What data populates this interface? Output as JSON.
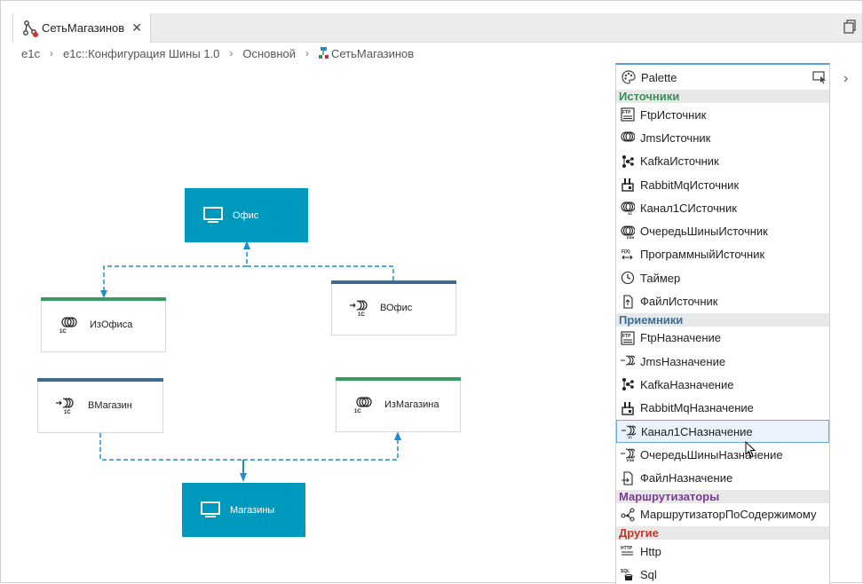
{
  "tab": {
    "label": "СетьМагазинов",
    "close": "✕"
  },
  "breadcrumb": [
    "e1c",
    "e1c::Конфигурация Шины 1.0",
    "Основной",
    "СетьМагазинов"
  ],
  "breadcrumb_sep": "›",
  "nodes": {
    "office": "Офис",
    "from_office": "ИзОфиса",
    "to_office": "ВОфис",
    "to_store": "ВМагазин",
    "from_store": "ИзМагазина",
    "stores": "Магазины"
  },
  "palette": {
    "title": "Palette",
    "categories": [
      {
        "name": "Источники",
        "color": "#3c8f5a",
        "items": [
          "FtpИсточник",
          "JmsИсточник",
          "KafkaИсточник",
          "RabbitMqИсточник",
          "Канал1СИсточник",
          "ОчередьШиныИсточник",
          "ПрограммныйИсточник",
          "Таймер",
          "ФайлИсточник"
        ]
      },
      {
        "name": "Приемники",
        "color": "#3c6e96",
        "items": [
          "FtpНазначение",
          "JmsНазначение",
          "KafkaНазначение",
          "RabbitMqНазначение",
          "Канал1СНазначение",
          "ОчередьШиныНазначение",
          "ФайлНазначение"
        ]
      },
      {
        "name": "Маршрутизаторы",
        "color": "#7a3c96",
        "items": [
          "МаршрутизаторПоСодержимому"
        ]
      },
      {
        "name": "Другие",
        "color": "#c0392b",
        "items": [
          "Http",
          "Sql"
        ]
      }
    ],
    "selected_item": "Канал1СНазначение"
  },
  "colors": {
    "node_blue": "#0099be",
    "bar_green": "#3a9a64",
    "bar_blue": "#3e6b8f",
    "connector": "#1a8fd0"
  },
  "icon_text": {
    "ftp": "FTP",
    "http": "HTTP",
    "sql": "SQL",
    "onec": "1С"
  }
}
